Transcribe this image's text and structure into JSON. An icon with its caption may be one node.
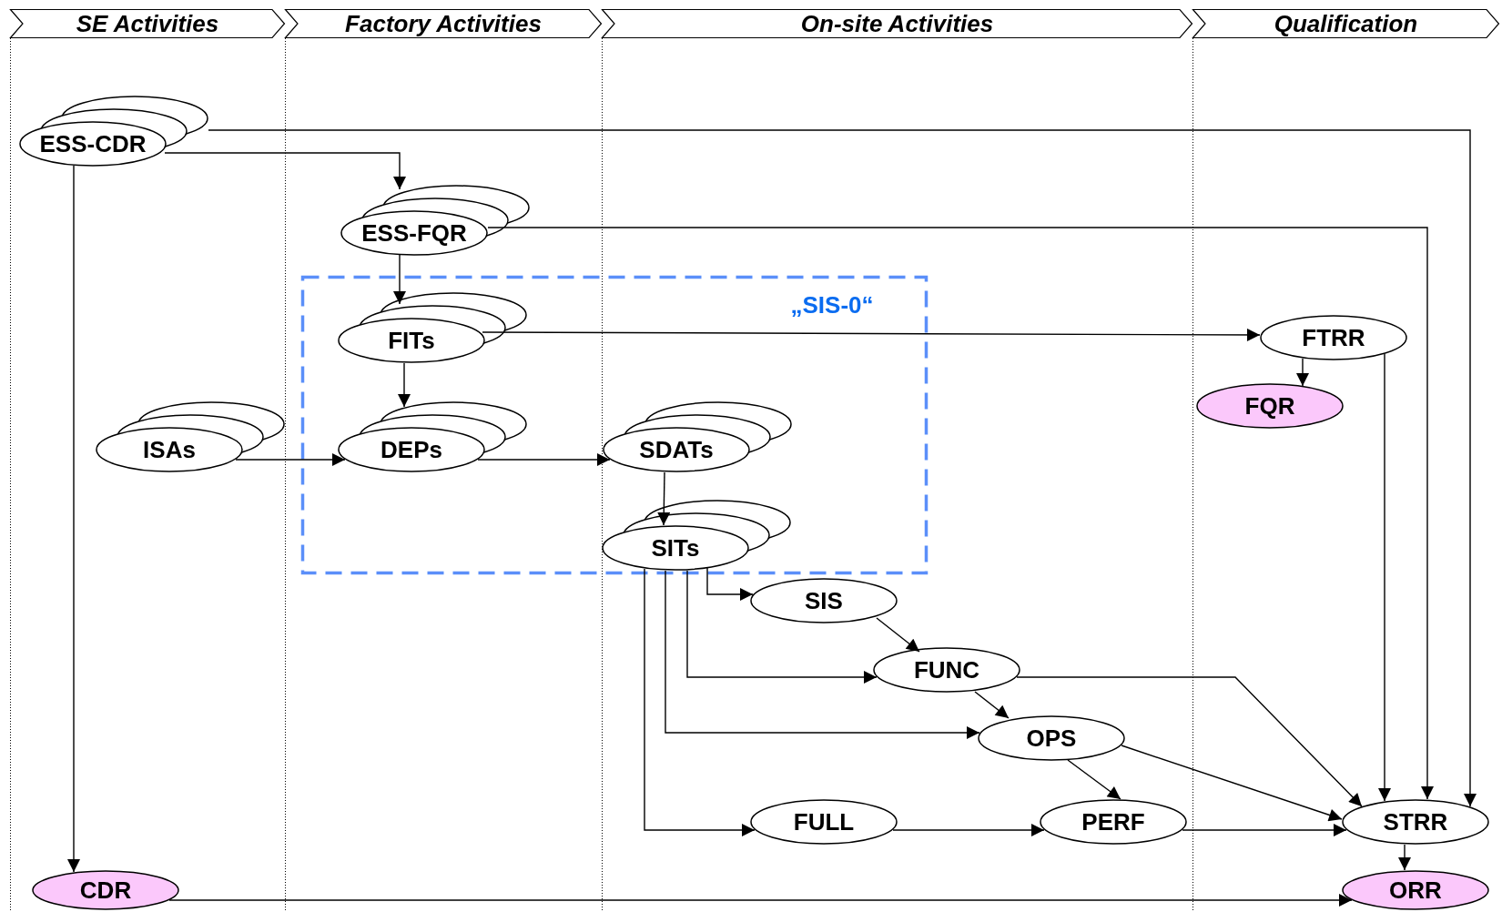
{
  "diagram": {
    "nodes": [
      {
        "text": [
          "SE Activities"
        ]
      },
      {
        "text": [
          "Factory Activities"
        ]
      },
      {
        "text": [
          "On-site Activities"
        ]
      },
      {
        "text": [
          "Qualification"
        ]
      },
      {
        "text": [
          "ESS-CDR"
        ]
      },
      {
        "text": [
          "ESS-FQR"
        ]
      },
      {
        "text": [
          "„SIS-0“"
        ]
      },
      {
        "text": [
          "FITs"
        ],
        "in": 6
      },
      {
        "text": [
          "FTRR"
        ]
      },
      {
        "text": [
          "FQR"
        ]
      },
      {
        "text": [
          "ISAs"
        ]
      },
      {
        "text": [
          "DEPs"
        ],
        "in": 6
      },
      {
        "text": [
          "SDATs"
        ],
        "in": 6
      },
      {
        "text": [
          "SITs"
        ],
        "in": 6
      },
      {
        "text": [
          "SIS"
        ]
      },
      {
        "text": [
          "FUNC"
        ]
      },
      {
        "text": [
          "OPS"
        ]
      },
      {
        "text": [
          "FULL"
        ]
      },
      {
        "text": [
          "PERF"
        ]
      },
      {
        "text": [
          "STRR"
        ]
      },
      {
        "text": [
          "CDR"
        ]
      },
      {
        "text": [
          "ORR"
        ]
      }
    ],
    "edges": [
      {
        "from": 4,
        "to": 19,
        "arrow": "to"
      },
      {
        "from": 4,
        "to": 5,
        "arrow": "to"
      },
      {
        "from": 4,
        "to": 20,
        "arrow": "to"
      },
      {
        "from": 5,
        "to": 19,
        "arrow": "to"
      },
      {
        "from": 5,
        "to": 7,
        "arrow": "to"
      },
      {
        "from": 7,
        "to": 8,
        "arrow": "to"
      },
      {
        "from": 7,
        "to": 11,
        "arrow": "to"
      },
      {
        "from": 8,
        "to": 9,
        "arrow": "to"
      },
      {
        "from": 8,
        "to": 19,
        "arrow": "to"
      },
      {
        "from": 10,
        "to": 11,
        "arrow": "to"
      },
      {
        "from": 11,
        "to": 12,
        "arrow": "to"
      },
      {
        "from": 12,
        "to": 13,
        "arrow": "to"
      },
      {
        "from": 13,
        "to": 14,
        "arrow": "to"
      },
      {
        "from": 13,
        "to": 15,
        "arrow": "to"
      },
      {
        "from": 13,
        "to": 16,
        "arrow": "to"
      },
      {
        "from": 13,
        "to": 17,
        "arrow": "to"
      },
      {
        "from": 14,
        "to": 15,
        "arrow": "to"
      },
      {
        "from": 15,
        "to": 16,
        "arrow": "to"
      },
      {
        "from": 15,
        "to": 19,
        "arrow": "to"
      },
      {
        "from": 16,
        "to": 18,
        "arrow": "to"
      },
      {
        "from": 16,
        "to": 19,
        "arrow": "to"
      },
      {
        "from": 17,
        "to": 18,
        "arrow": "to"
      },
      {
        "from": 18,
        "to": 19,
        "arrow": "to"
      },
      {
        "from": 19,
        "to": 21,
        "arrow": "to"
      },
      {
        "from": 20,
        "to": 21,
        "arrow": "to"
      }
    ]
  }
}
